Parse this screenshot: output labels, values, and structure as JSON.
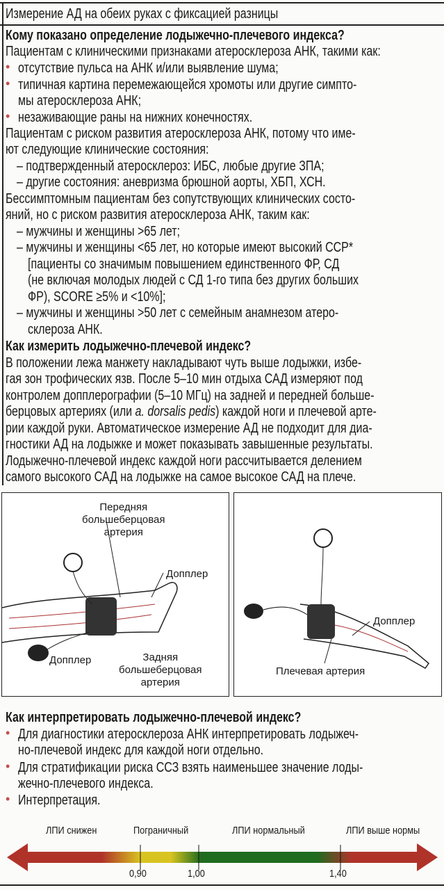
{
  "top_row": "Измерение АД на обеих руках с фиксацией разницы",
  "section1": {
    "heading": "Кому показано определение лодыжечно-плечевого индекса?",
    "lines": [
      "Пациентам с клиническими признаками атеросклероза АНК, такими как:",
      "отсутствие пульса на АНК и/или выявление шума;",
      "типичная картина перемежающейся хромоты или другие симпто-",
      "мы атеросклероза АНК;",
      "незаживающие раны на нижних конечностях.",
      "Пациентам с риском развития атеросклероза АНК, потому что име-",
      "ют следующие клинические состояния:",
      "– подтвержденный атеросклероз: ИБС, любые другие ЗПА;",
      "– другие состояния: аневризма брюшной аорты, ХБП, ХСН.",
      "Бессимптомным пациентам без сопутствующих клинических состо-",
      "яний, но с риском развития атеросклероза АНК, таким как:",
      "– мужчины и женщины >65 лет;",
      "– мужчины и женщины <65 лет, но которые имеют высокий ССР*",
      "[пациенты со значимым повышением единственного ФР, СД",
      "(не включая молодых людей с СД 1-го типа без других больших",
      "ФР), SCORE ≥5% и <10%];",
      "– мужчины и женщины >50 лет с семейным анамнезом атеро-",
      "склероза АНК."
    ]
  },
  "section2": {
    "heading": "Как измерить лодыжечно-плечевой индекс?",
    "lines": [
      "В положении лежа манжету накладывают чуть выше лодыжки, избе-",
      "гая зон трофических язв. После 5–10 мин отдыха САД измеряют под",
      "контролем допплерографии (5–10 МГц) на задней и передней больше-",
      "берцовых артериях (или ",
      "a. dorsalis pedis",
      ") каждой ноги и плечевой арте-",
      "рии каждой руки. Автоматическое измерение АД не подходит для диа-",
      "гностики АД на лодыжке и может показывать завышенные результаты.",
      "Лодыжечно-плечевой индекс каждой ноги рассчитывается делением",
      "самого высокого САД на лодыжке на самое высокое САД на плече."
    ]
  },
  "figure_left": {
    "label_front": "Передняя\nбольшеберцовая\nартерия",
    "label_doppler_top": "Допплер",
    "label_doppler_bottom": "Допплер",
    "label_back": "Задняя\nбольшеберцовая\nартерия"
  },
  "figure_right": {
    "label_doppler": "Допплер",
    "label_brachial": "Плечевая артерия"
  },
  "section3": {
    "heading": "Как интерпретировать лодыжечно-плечевой индекс?",
    "lines": [
      "Для диагностики атеросклероза АНК интерпретировать лодыжеч-",
      "но-плечевой индекс для каждой ноги отдельно.",
      "Для стратификации риска ССЗ взять наименьшее значение лоды-",
      "жечно-плечевого индекса.",
      "Интерпретация."
    ]
  },
  "scale": {
    "zones": [
      "ЛПИ снижен",
      "Пограничный",
      "ЛПИ нормальный",
      "ЛПИ выше нормы"
    ],
    "ticks": [
      "0,90",
      "1,00",
      "1,40"
    ],
    "colors": {
      "low": "#b0332a",
      "border": "#d8c420",
      "normal": "#1f6b1f",
      "high": "#b0332a"
    }
  },
  "colors": {
    "bullet": "#c0504d"
  }
}
